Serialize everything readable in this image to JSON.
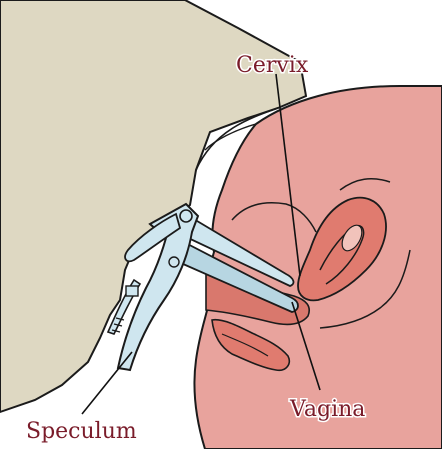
{
  "diagram": {
    "labels": {
      "cervix": "Cervix",
      "vagina": "Vagina",
      "speculum": "Speculum"
    },
    "colors": {
      "skin": "#ded8c2",
      "tissue": "#e8a39d",
      "tissue_dark": "#e07b6f",
      "speculum": "#cfe6ef",
      "speculum_outline": "#1b1b1b",
      "label_text": "#7a1c2a",
      "line": "#111111"
    }
  }
}
